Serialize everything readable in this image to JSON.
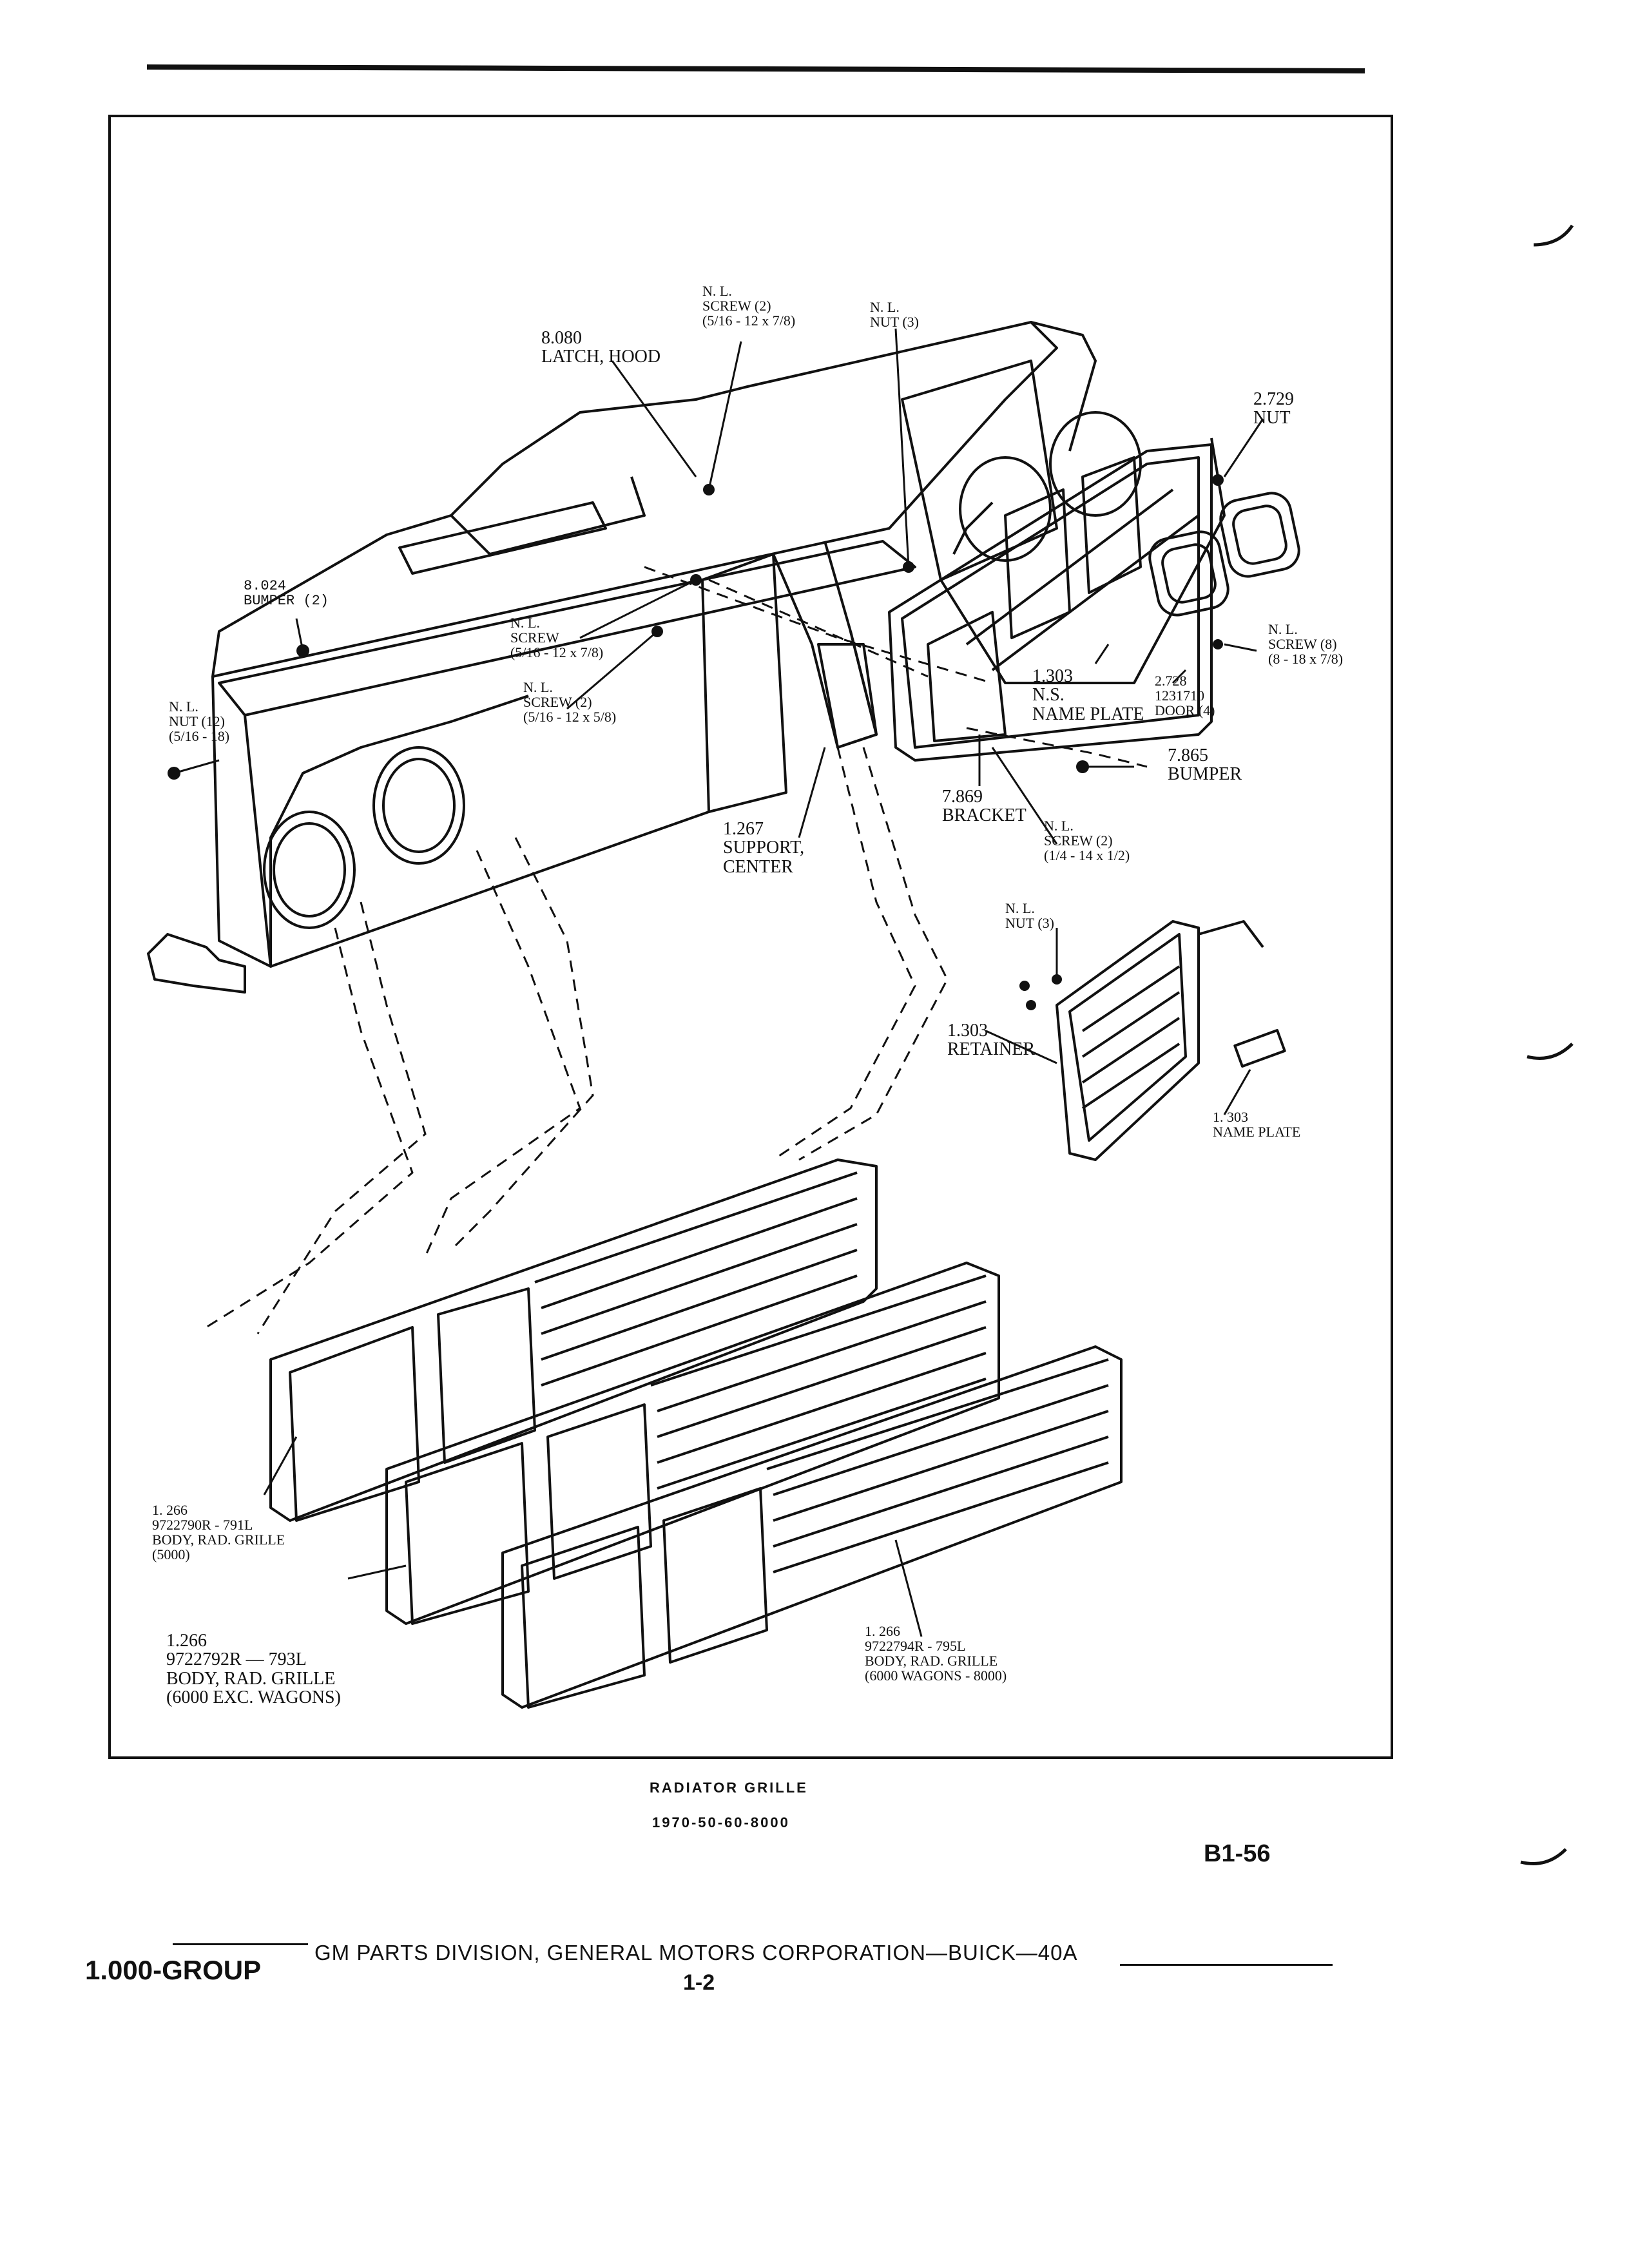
{
  "callouts": {
    "nl_screw_top": {
      "l1": "N. L.",
      "l2": "SCREW (2)",
      "l3": "(5/16 - 12 x 7/8)"
    },
    "nl_nut_top": {
      "l1": "N. L.",
      "l2": "NUT (3)"
    },
    "latch_hood": {
      "l1": "8.080",
      "l2": "LATCH, HOOD"
    },
    "nut_2729": {
      "l1": "2.729",
      "l2": "NUT"
    },
    "bumper_8024": {
      "l1": "8.024",
      "l2": "BUMPER (2)"
    },
    "nl_screw_mid": {
      "l1": "N. L.",
      "l2": "SCREW",
      "l3": "(5/16 - 12 x 7/8)"
    },
    "nl_screw_58": {
      "l1": "N. L.",
      "l2": "SCREW (2)",
      "l3": "(5/16 - 12 x 5/8)"
    },
    "nl_nut_12": {
      "l1": "N. L.",
      "l2": "NUT (12)",
      "l3": "(5/16 - 18)"
    },
    "nl_screw_8": {
      "l1": "N. L.",
      "l2": "SCREW (8)",
      "l3": "(8 - 18 x 7/8)"
    },
    "name_plate_ns": {
      "l1": "1.303",
      "l2": "N.S.",
      "l3": "NAME PLATE"
    },
    "door_2728": {
      "l1": "2.728",
      "l2": "1231710",
      "l3": "DOOR (4)"
    },
    "bumper_7865": {
      "l1": "7.865",
      "l2": "BUMPER"
    },
    "bracket_7869": {
      "l1": "7.869",
      "l2": "BRACKET"
    },
    "support_center": {
      "l1": "1.267",
      "l2": "SUPPORT,",
      "l3": "CENTER"
    },
    "nl_screw_14": {
      "l1": "N. L.",
      "l2": "SCREW (2)",
      "l3": "(1/4 - 14 x 1/2)"
    },
    "nl_nut_inset": {
      "l1": "N. L.",
      "l2": "NUT (3)"
    },
    "retainer": {
      "l1": "1.303",
      "l2": "RETAINER"
    },
    "name_plate_inset": {
      "l1": "1. 303",
      "l2": "NAME PLATE"
    },
    "grille_791": {
      "l1": "1. 266",
      "l2": "9722790R - 791L",
      "l3": "BODY, RAD. GRILLE",
      "l4": "(5000)"
    },
    "grille_793": {
      "l1": "1.266",
      "l2": "9722792R — 793L",
      "l3": "BODY, RAD. GRILLE",
      "l4": "(6000 EXC. WAGONS)"
    },
    "grille_795": {
      "l1": "1. 266",
      "l2": "9722794R - 795L",
      "l3": "BODY, RAD. GRILLE",
      "l4": "(6000 WAGONS - 8000)"
    }
  },
  "caption": {
    "title": "RADIATOR GRILLE",
    "years": "1970-50-60-8000"
  },
  "page_id": "B1-56",
  "footer": {
    "group": "1.000-GROUP",
    "text": "GM PARTS DIVISION, GENERAL MOTORS CORPORATION—BUICK—40A",
    "page": "1-2"
  },
  "colors": {
    "ink": "#111111",
    "paper": "#ffffff"
  }
}
